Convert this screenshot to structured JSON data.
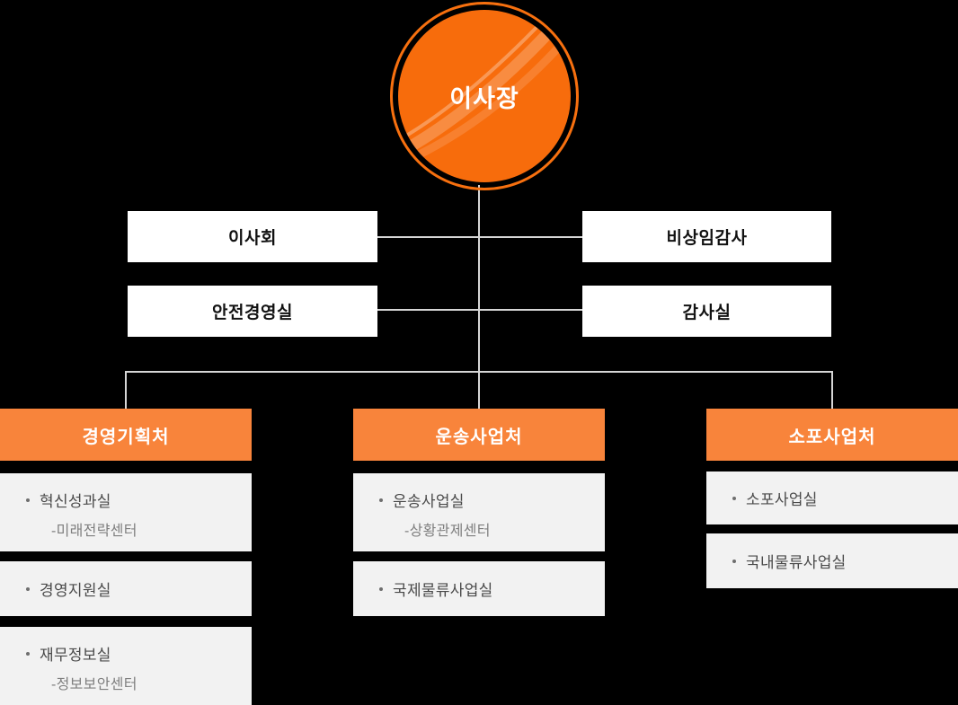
{
  "palette": {
    "background": "#000000",
    "circle_orange": "#F76C0C",
    "ring_orange": "#F7700F",
    "header_orange": "#F8843B",
    "staff_box_white": "#FFFFFF",
    "item_box_gray": "#F2F2F2",
    "connector_gray": "#D6D6D6",
    "item_text": "#4A4A4A",
    "sub_text": "#7F7F7F"
  },
  "root": {
    "label": "이사장"
  },
  "staff_boxes": {
    "board": "이사회",
    "non_standing_auditor": "비상임감사",
    "safety_office": "안전경영실",
    "audit_office": "감사실"
  },
  "divisions": [
    {
      "title": "경영기획처",
      "items": [
        {
          "label": "혁신성과실",
          "sub": "-미래전략센터"
        },
        {
          "label": "경영지원실"
        },
        {
          "label": "재무정보실",
          "sub": "-정보보안센터"
        }
      ]
    },
    {
      "title": "운송사업처",
      "items": [
        {
          "label": "운송사업실",
          "sub": "-상황관제센터"
        },
        {
          "label": "국제물류사업실"
        }
      ]
    },
    {
      "title": "소포사업처",
      "items": [
        {
          "label": "소포사업실"
        },
        {
          "label": "국내물류사업실"
        }
      ]
    }
  ]
}
